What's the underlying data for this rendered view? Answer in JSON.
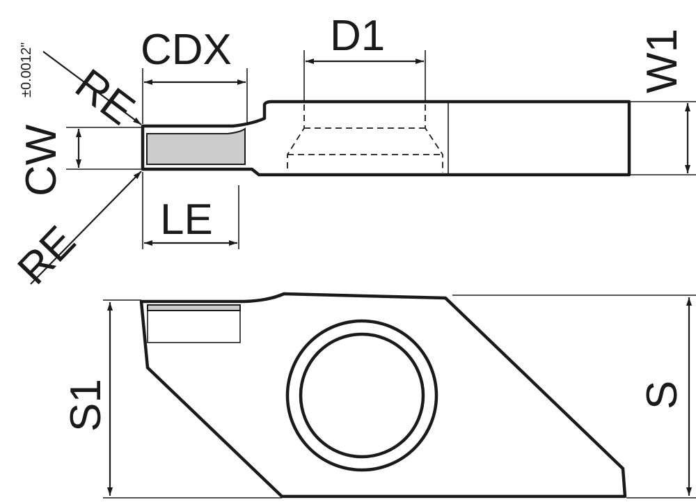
{
  "labels": {
    "re_top": "RE",
    "re_bottom": "RE",
    "cdx": "CDX",
    "d1": "D1",
    "w1": "W1",
    "cw": "CW",
    "cw_tolerance": "±0.0012\"",
    "le": "LE",
    "s1": "S1",
    "s": "S"
  },
  "colors": {
    "line": "#1a1a1a",
    "cutting_edge_fill": "#cccccc",
    "background": "#ffffff"
  }
}
